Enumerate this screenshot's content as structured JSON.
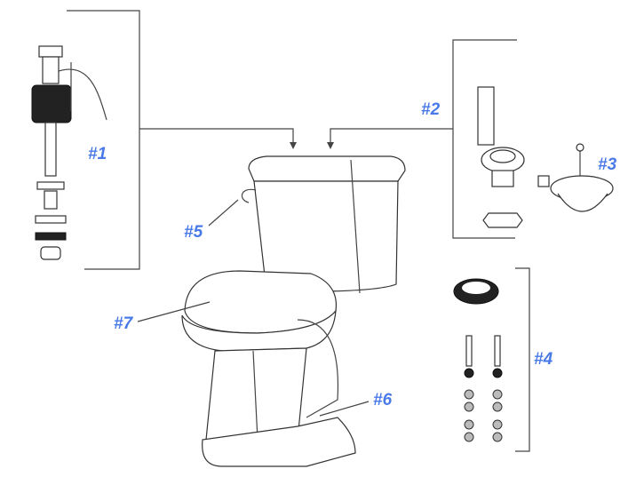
{
  "labels": {
    "fill_valve": "#1",
    "flush_valve": "#2",
    "flapper": "#3",
    "mounting_kit": "#4",
    "trip_lever": "#5",
    "base": "#6",
    "seat": "#7"
  },
  "colors": {
    "label": "#4a7ae8",
    "lines": "#444444"
  }
}
